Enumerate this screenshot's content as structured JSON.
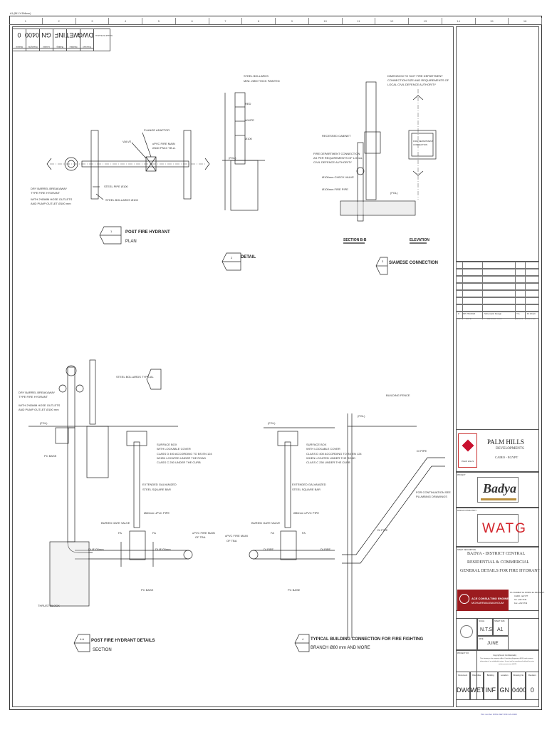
{
  "sheet": {
    "top_note": "A1 (841 X 594mm)",
    "columns": [
      "1",
      "2",
      "3",
      "4",
      "5",
      "6",
      "7",
      "8",
      "9",
      "10",
      "11",
      "12",
      "13",
      "14",
      "15",
      "16"
    ],
    "header_codes": [
      {
        "label": "Revision",
        "value": "0"
      },
      {
        "label": "Drawing No",
        "value": "0400"
      },
      {
        "label": "Location",
        "value": "GN"
      },
      {
        "label": "Building",
        "value": "INF"
      },
      {
        "label": "Discipline",
        "value": "WET"
      },
      {
        "label": "Document",
        "value": "DWG"
      }
    ],
    "header_stamp": "Issued for Review"
  },
  "views": {
    "v1": {
      "number": "1",
      "title": "POST FIRE HYDRANT",
      "subtitle": "PLAN"
    },
    "v2": {
      "number": "2",
      "title": "DETAIL"
    },
    "v3": {
      "number": "3",
      "title": "SIAMESE CONNECTION"
    },
    "v4": {
      "number": "4-A",
      "title": "POST FIRE HYDRANT DETAILS",
      "subtitle": "SECTION"
    },
    "v5": {
      "number": "4",
      "title": "TYPICAL BUILDING CONNECTION FOR FIRE FIGHTING",
      "subtitle": "BRANCH Ø80 mm AND MORE"
    }
  },
  "labels": {
    "plan": {
      "flange": "FLANGE ADAPTOR",
      "valve": "VALVE",
      "upvc": "uPVC FIRE MAIN",
      "upvc2": "Ø160 PN10 T.B.A.",
      "dry1": "DRY BARREL BREAKAWAY",
      "dry2": "TYPE FIRE HYDRANT",
      "dry3": "WITH 2*65MM HOSE OUTLETS",
      "dry4": "AND PUMP OUTLET Ø100 mm",
      "steelpipe": "STEEL PIPE Ø100",
      "bollards": "STEEL BOLLARDS Ø100"
    },
    "detail": {
      "bollards": "STEEL BOLLARDS",
      "bollards2": "MINI. 2MM THICK PAINTED",
      "red": "RED",
      "white": "WHITE",
      "d100": "Ø100",
      "ffl": "(FGL)"
    },
    "siamese": {
      "dim1": "DIMENSION TO SUIT FIRE DEPARTMENT",
      "dim2": "CONNECTION SIZE AND REQUIREMENTS OF",
      "dim3": "LOCAL CIVIL DEFENCE AUTHORITY",
      "cabinet": "RECESSED CABINET",
      "fdc1": "FIRE DEPARTMENT CONNECTION",
      "fdc2": "AS PER REQUIREMENTS OF LOCAL",
      "fdc3": "CIVIL DEFENCE AUTHORITY",
      "check": "Ø100mm CHECK VALVE",
      "pipe": "Ø100mm FIRE PIPE",
      "ffl": "(FGL)",
      "fire1": "FIRE DEPARTMENT",
      "fire2": "CONNECTION",
      "section": "SECTION B-B",
      "elevation": "ELEVATION"
    },
    "section": {
      "steel": "STEEL BOLLARDS TYPICAL",
      "dry1": "DRY BARREL BREAKAWAY",
      "dry2": "TYPE FIRE HYDRANT",
      "dry3": "WITH 2*65MM HOSE OUTLETS",
      "dry4": "AND PUMP OUTLET Ø100 mm",
      "ffl": "(FGL)",
      "pcbase": "PC BASE",
      "surface1": "SURFACE BOX",
      "surface2": "WITH LOCKABLE COVER",
      "surface3": "CLASS D 400 ACCORDING TO BS EN 124",
      "surface4": "WHEN LOCATED UNDER THE ROAD",
      "surface5": "CLASS C 250 UNDER THE CURB",
      "ext1": "EXTENDED GALVANIZED",
      "ext2": "STEEL SQUARE BAR",
      "upvc": "Ø80mm uPVC PIPE",
      "gate": "BURIED GATE VALVE",
      "fa": "FA",
      "fa2": "FA",
      "di1": "DI Ø100mm",
      "di2": "DI Ø100mm",
      "upvcmain": "uPVC FIRE MAIN",
      "upvcmain2": "OF TBA",
      "pcbase2": "PC BASE",
      "thrust": "THRUST BLOCK"
    },
    "building": {
      "fence": "BUILDING FENCE",
      "ffl": "(FGL)",
      "ffl2": "(FGL)",
      "surface1": "SURFACE BOX",
      "surface2": "WITH LOCKABLE COVER",
      "surface3": "CLASS D 400 ACCORDING TO BS EN 124",
      "surface4": "WHEN LOCATED UNDER THE ROAD",
      "surface5": "CLASS C 250 UNDER THE CURB",
      "ext1": "EXTENDED GALVANIZED",
      "ext2": "STEEL SQUARE BAR",
      "gate": "BURIED GATE VALVE",
      "upvc": "Ø80mm uPVC PIPE",
      "di": "DI PIPE",
      "di2": "DI PIPE",
      "di3": "DI PIPE",
      "cont1": "FOR CONTINUATION SEE",
      "cont2": "PLUMBING DRAWINGS",
      "upvcmain": "uPVC FIRE MAIN",
      "upvcmain2": "OF TBA",
      "pcbase": "PC BASE",
      "fa": "FA",
      "fa2": "FA"
    }
  },
  "titleblock": {
    "rev_row": {
      "rev": "0",
      "date": "DP-TM-0024",
      "desc": "Schematic Design",
      "by": "Y.A.",
      "chk": "Dr.Ghazi"
    },
    "rev_header": {
      "rev": "REV",
      "date": "DATE",
      "desc": "DESCRIPTION",
      "by": "DRAWN",
      "chk": "CHECKED"
    },
    "client_name": "PALM HILLS",
    "client_sub": "DEVELOPMENTS",
    "client_loc": "CAIRO - EGYPT",
    "client_logo": "PALM HILLS",
    "project_label": "PROJECT",
    "project_logo": "Badya",
    "design_label": "DESIGN CONSULTANT",
    "design_logo": "WATG",
    "sheet_label": "SHEET DESCRIPTION",
    "sheet_title1": "BADYA - DISTRICT CENTRAL",
    "sheet_title2": "RESIDENTIAL & COMMERCIAL",
    "sheet_title3": "GENERAL DETAILS FOR FIRE HYDRANT",
    "consultant": "ACE CONSULTING ENGINEERS",
    "consultant2": "MOHARRAM-BAKHOUM",
    "consultant_addr1": "16 A GAMEAT EL DOWAL EL ARABIA ST.",
    "consultant_addr2": "CAIRO - EGYPT",
    "consultant_addr3": "Tel: +202 3749",
    "consultant_addr4": "Fax: +202 3749",
    "scale": "N.T.S",
    "size": "A1",
    "date": "JUNE",
    "scale_label": "SCALE",
    "size_label": "SHEET SIZE",
    "date_label": "DATE",
    "stamp_label": "PROJECT NO",
    "copyright1": "Copyright and Confidentiality",
    "copyright2": "This drawing is the property of Ace Consulting Engineers (ACE) and contains",
    "copyright3": "information of a confidential nature. It must not be reproduced without the prior",
    "copyright4": "written permission of ACE.",
    "footer_labels": [
      "Document",
      "Discipline",
      "Building",
      "Location",
      "Drawing No",
      "Revision"
    ],
    "footer_values": [
      "DWG",
      "WET",
      "INF",
      "GN",
      "0400",
      "0"
    ],
    "bottom_note": "Plot number DWG-WET-INF-GN-0400"
  }
}
